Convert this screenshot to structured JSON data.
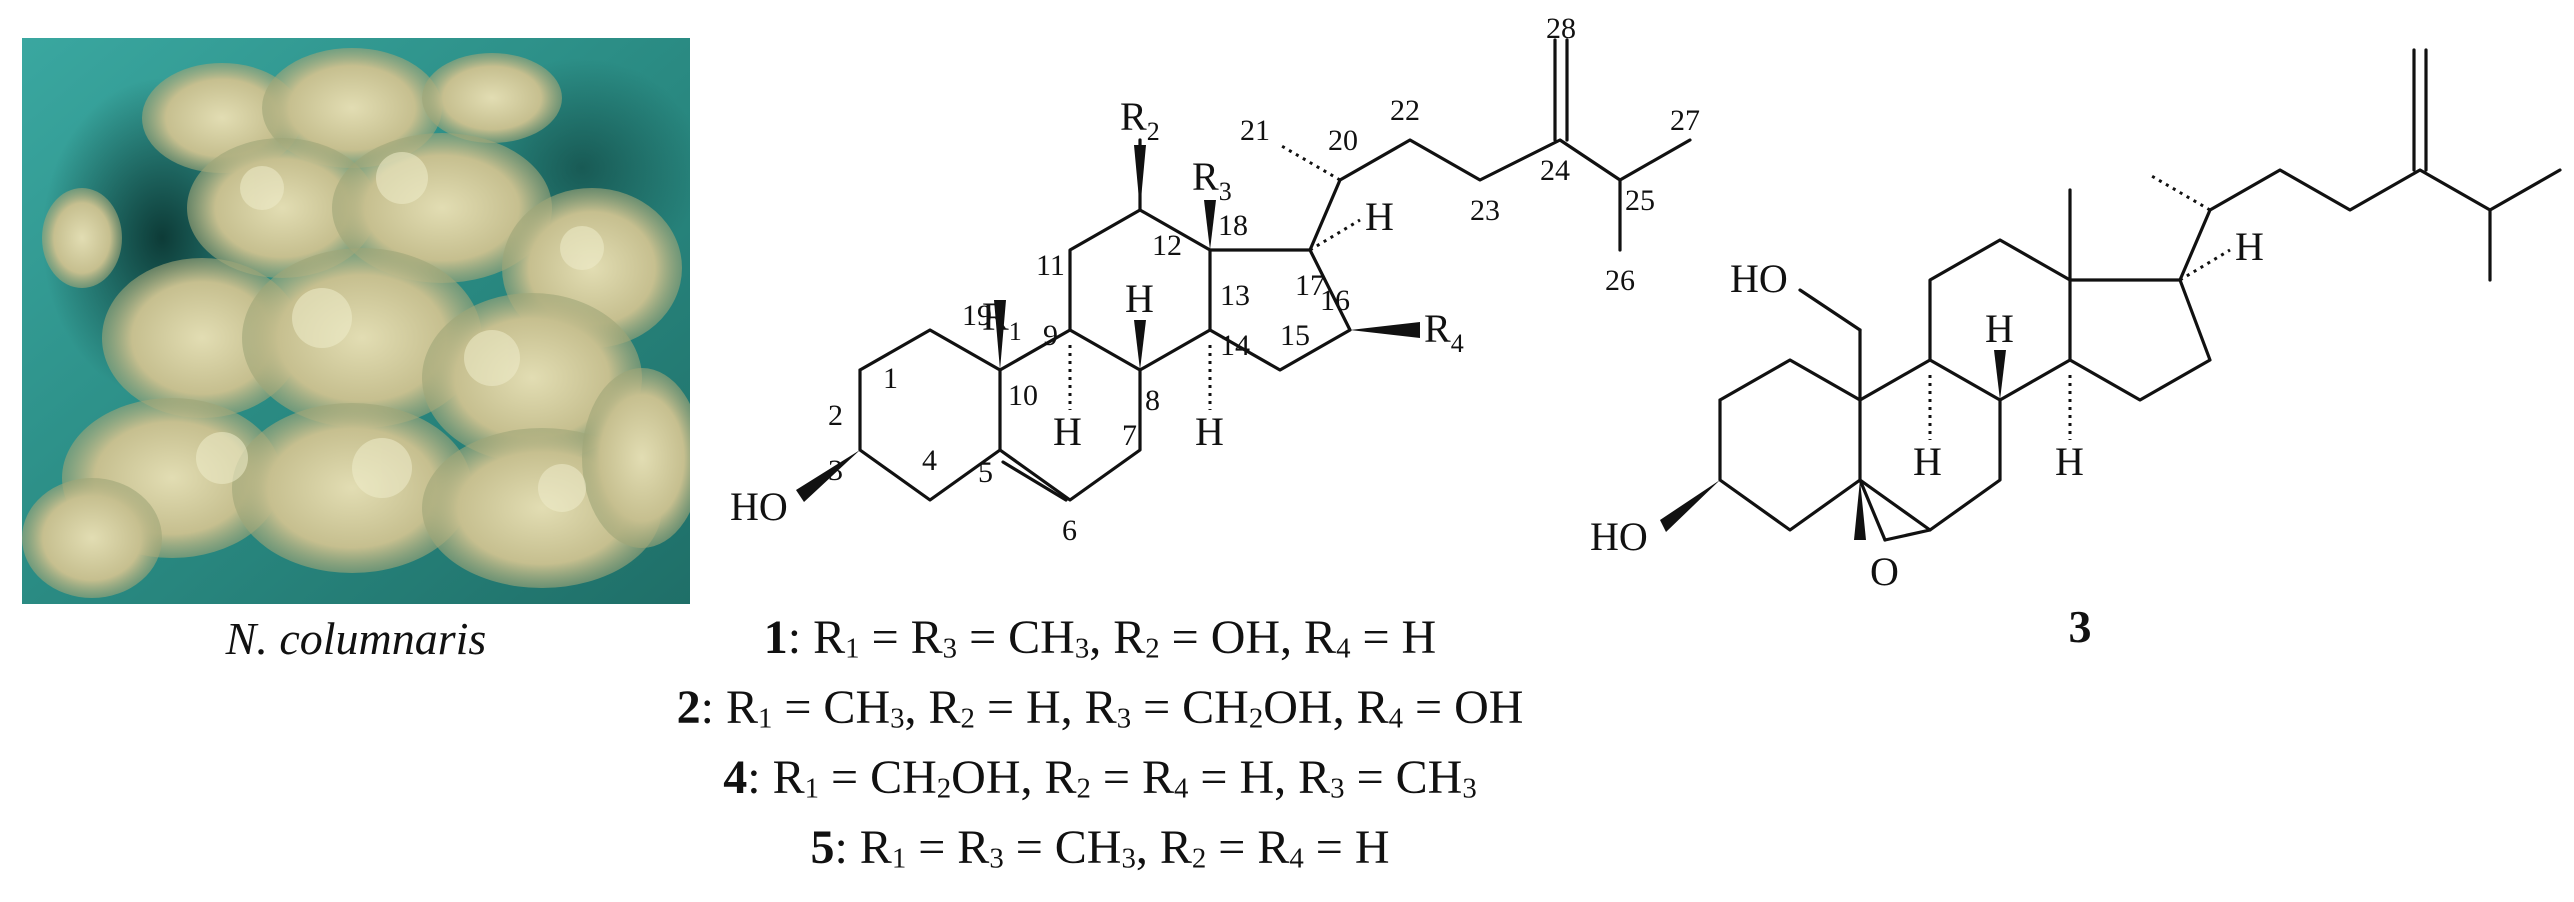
{
  "photo": {
    "caption": "N. columnaris"
  },
  "compound_left": {
    "atom_numbers": [
      "1",
      "2",
      "3",
      "4",
      "5",
      "6",
      "7",
      "8",
      "9",
      "10",
      "11",
      "12",
      "13",
      "14",
      "15",
      "16",
      "17",
      "18",
      "19",
      "20",
      "21",
      "22",
      "23",
      "24",
      "25",
      "26",
      "27",
      "28"
    ],
    "groups": {
      "r1": "R",
      "r1_sub": "1",
      "r2": "R",
      "r2_sub": "2",
      "r3": "R",
      "r3_sub": "3",
      "r4": "R",
      "r4_sub": "4",
      "ho": "HO",
      "h": "H"
    }
  },
  "compound_right": {
    "label": "3",
    "groups": {
      "hoch2": "HO",
      "ho": "HO",
      "o": "O",
      "h": "H"
    }
  },
  "formulas": [
    {
      "id": "1",
      "parts": [
        "R",
        "1",
        " = R",
        "3",
        " = CH",
        "3",
        ", R",
        "2",
        " = OH, R",
        "4",
        " = H"
      ]
    },
    {
      "id": "2",
      "parts": [
        "R",
        "1",
        " = CH",
        "3",
        ", R",
        "2",
        " = H, R",
        "3",
        " = CH",
        "2",
        "OH, R",
        "4",
        " = OH"
      ]
    },
    {
      "id": "4",
      "parts": [
        "R",
        "1",
        " = CH",
        "2",
        "OH, R",
        "2",
        " = R",
        "4",
        " = H, R",
        "3",
        " = CH",
        "3",
        ""
      ]
    },
    {
      "id": "5",
      "parts": [
        "R",
        "1",
        " = R",
        "3",
        " = CH",
        "3",
        ", R",
        "2",
        " = R",
        "4",
        " = H"
      ]
    }
  ],
  "colors": {
    "ink": "#111111",
    "water": "#2f8f86",
    "coral": "#c9c39a"
  }
}
